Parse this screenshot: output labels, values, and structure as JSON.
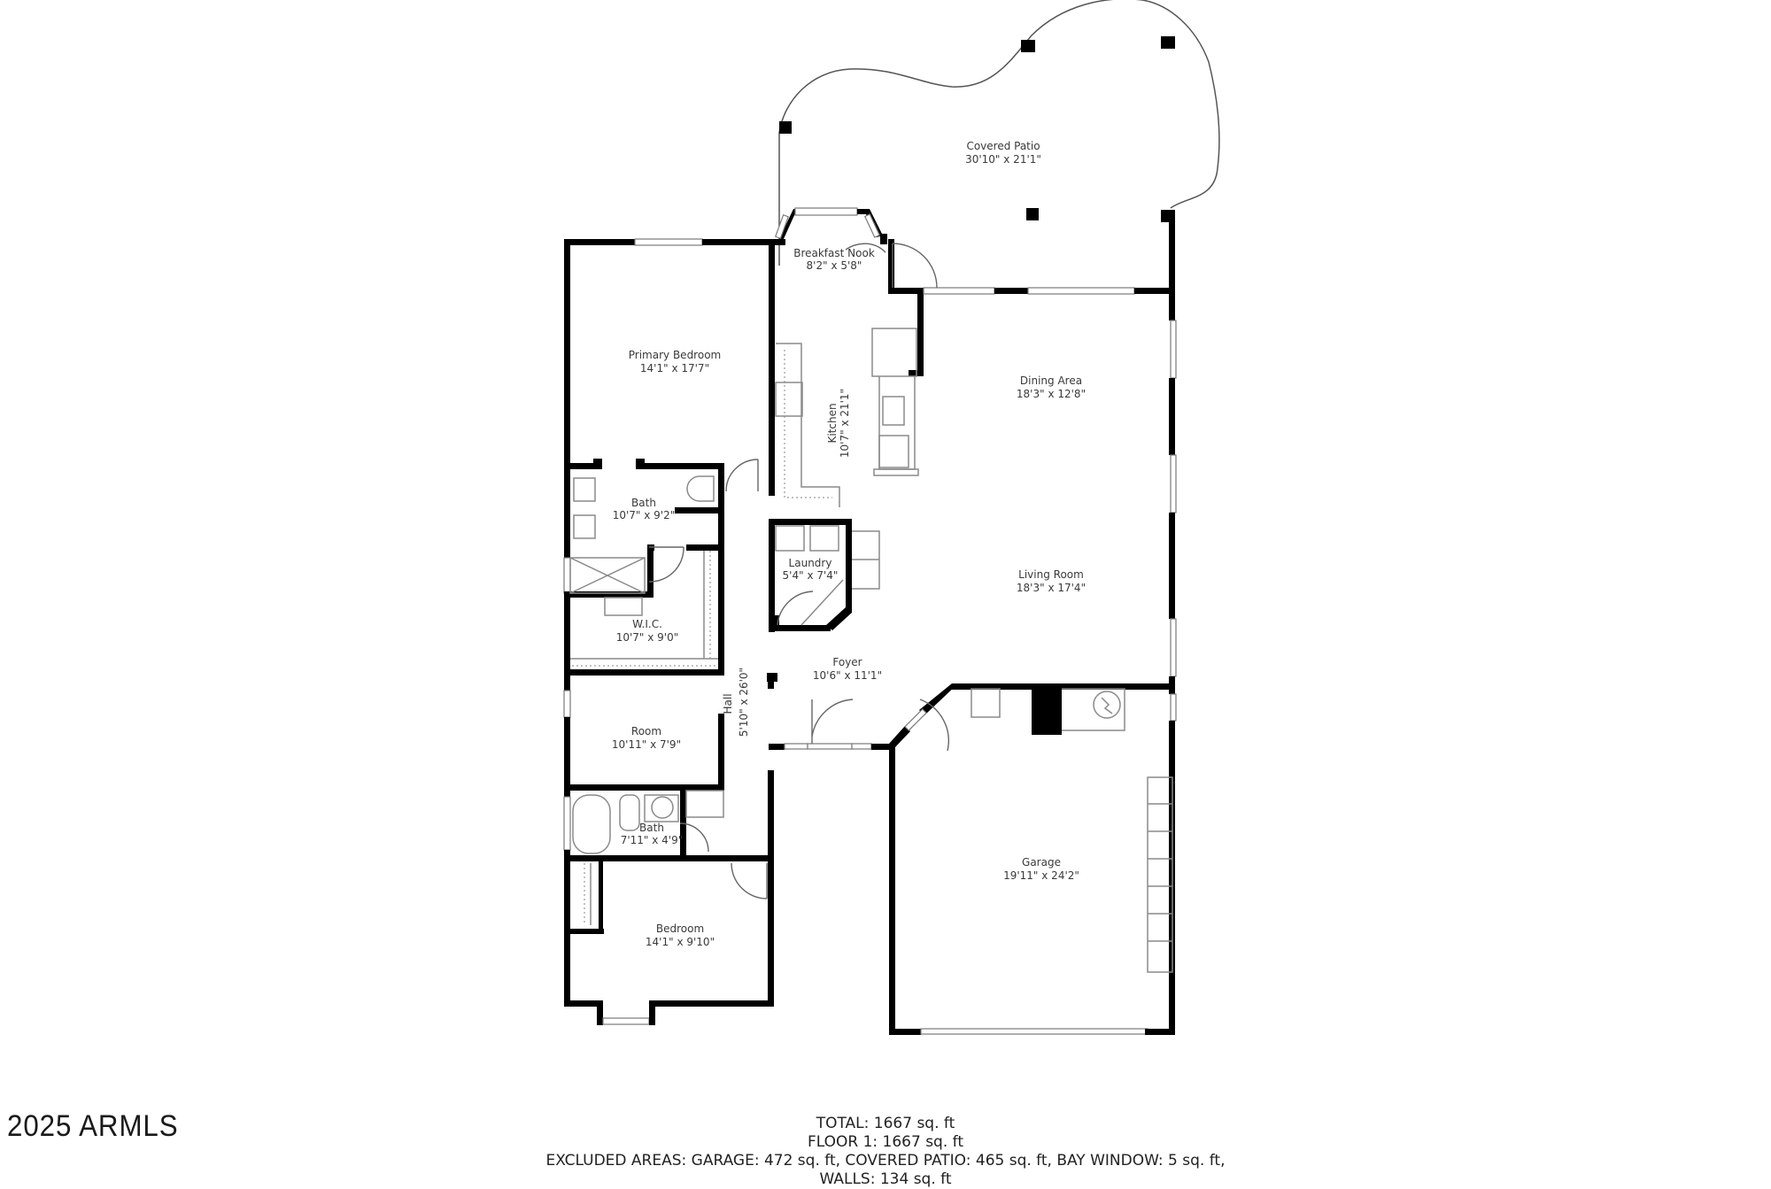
{
  "rooms": {
    "covered_patio": {
      "name": "Covered Patio",
      "dims": "30'10\" x 21'1\""
    },
    "breakfast_nook": {
      "name": "Breakfast Nook",
      "dims": "8'2\" x 5'8\""
    },
    "primary_bedroom": {
      "name": "Primary Bedroom",
      "dims": "14'1\" x 17'7\""
    },
    "kitchen": {
      "name": "Kitchen",
      "dims": "10'7\" x 21'1\""
    },
    "dining_area": {
      "name": "Dining Area",
      "dims": "18'3\" x 12'8\""
    },
    "primary_bath": {
      "name": "Bath",
      "dims": "10'7\" x 9'2\""
    },
    "laundry": {
      "name": "Laundry",
      "dims": "5'4\" x 7'4\""
    },
    "living_room": {
      "name": "Living Room",
      "dims": "18'3\" x 17'4\""
    },
    "wic": {
      "name": "W.I.C.",
      "dims": "10'7\" x 9'0\""
    },
    "foyer": {
      "name": "Foyer",
      "dims": "10'6\" x 11'1\""
    },
    "hall": {
      "name": "Hall",
      "dims": "5'10\" x 26'0\""
    },
    "room": {
      "name": "Room",
      "dims": "10'11\" x 7'9\""
    },
    "bath2": {
      "name": "Bath",
      "dims": "7'11\" x 4'9\""
    },
    "garage": {
      "name": "Garage",
      "dims": "19'11\" x 24'2\""
    },
    "bedroom": {
      "name": "Bedroom",
      "dims": "14'1\" x 9'10\""
    }
  },
  "watermark": "2025 ARMLS",
  "summary": {
    "total": "TOTAL: 1667 sq. ft",
    "floor1": "FLOOR 1: 1667 sq. ft",
    "excluded": "EXCLUDED AREAS: GARAGE: 472 sq. ft, COVERED PATIO: 465 sq. ft, BAY WINDOW: 5 sq. ft,",
    "walls": "WALLS: 134 sq. ft"
  }
}
